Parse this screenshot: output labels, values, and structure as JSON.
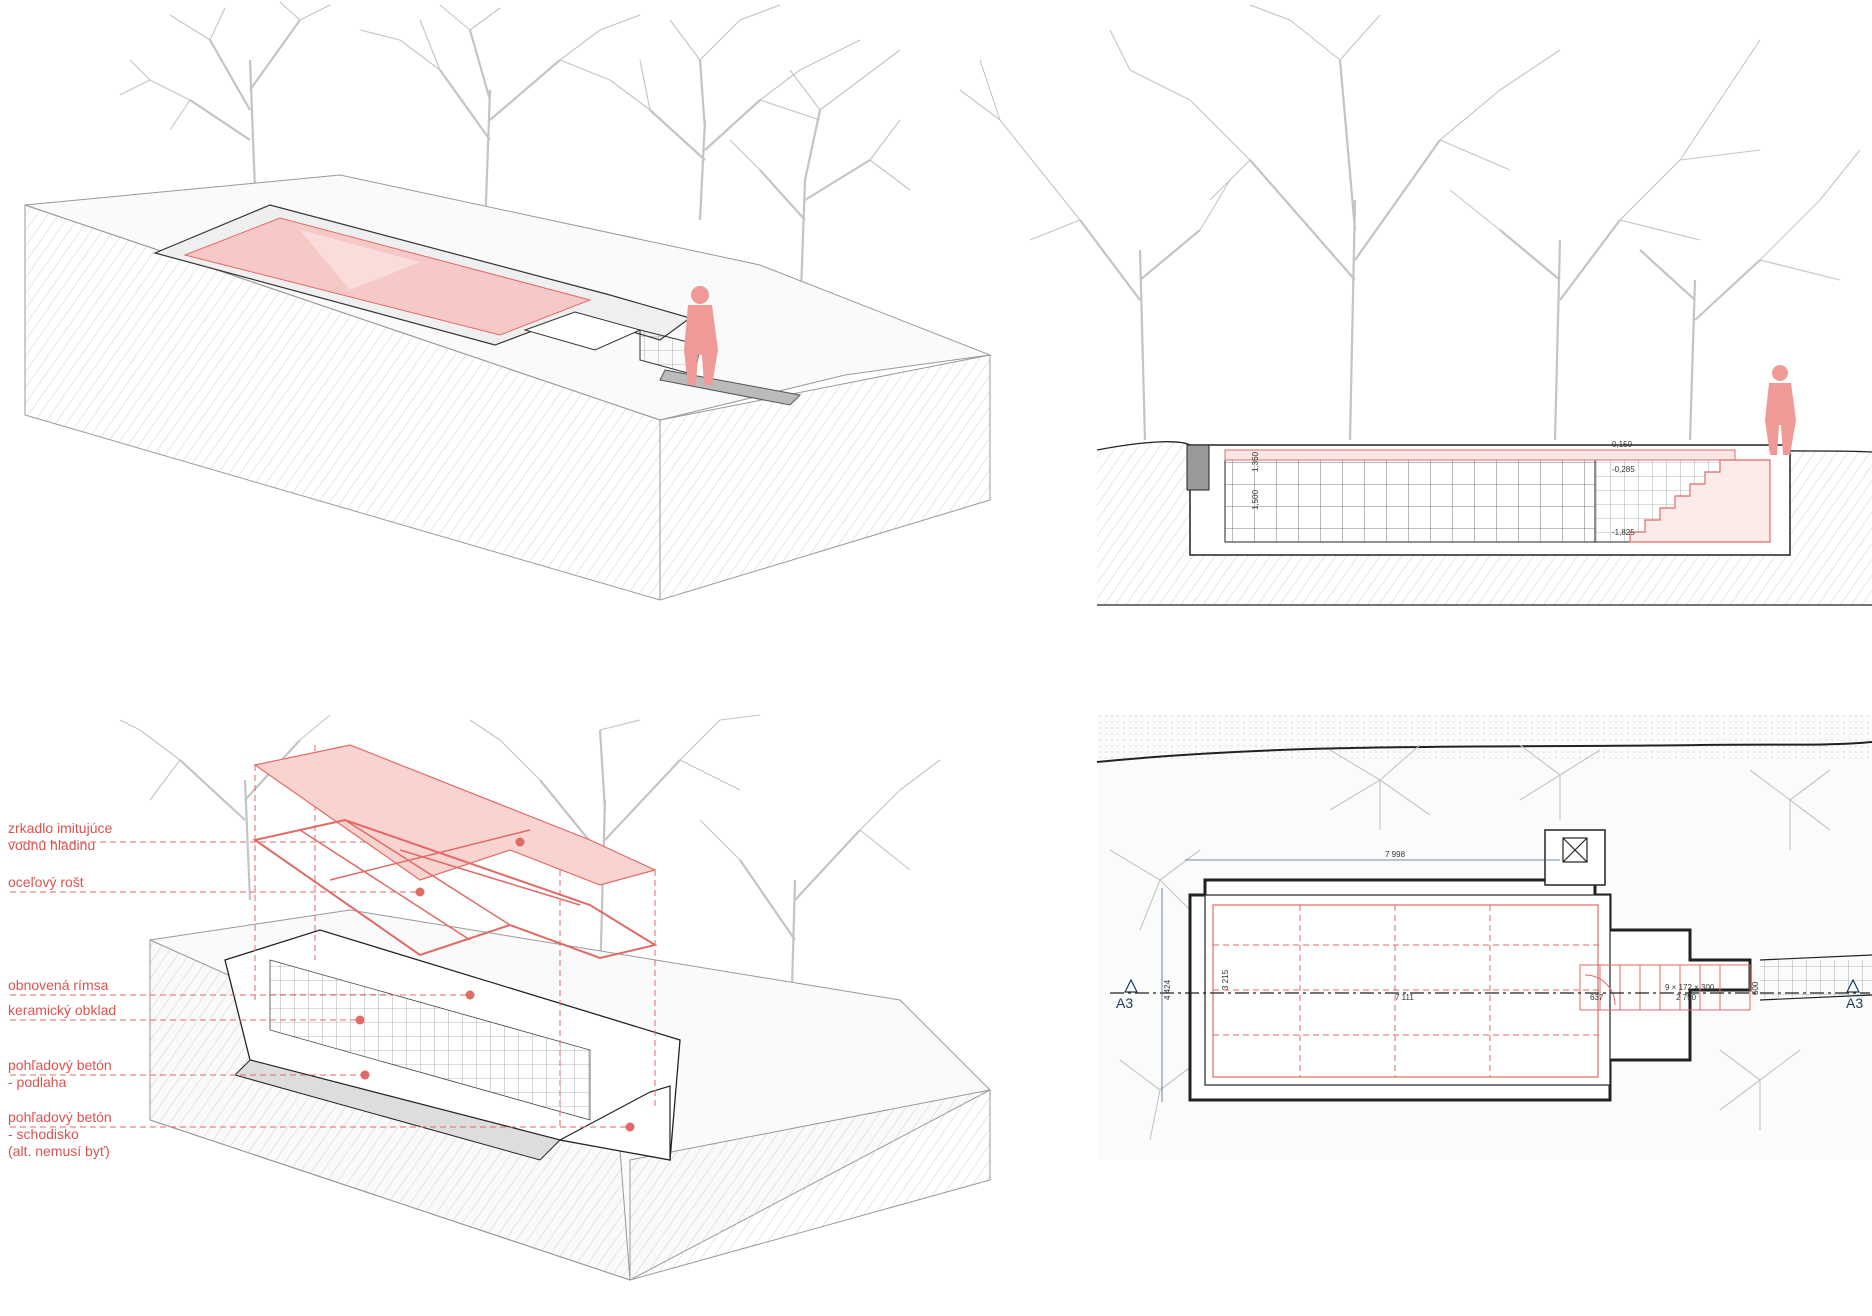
{
  "colors": {
    "accent": "#e06a66",
    "accent_fill": "#f4b7b3",
    "line": "#222222",
    "tree": "#c4c4c4"
  },
  "panel_exploded": {
    "labels": [
      {
        "id": "mirror",
        "lines": [
          "zrkadlo imitujúce",
          "vodnú hladinu"
        ]
      },
      {
        "id": "grate",
        "lines": [
          "oceľový rošt"
        ]
      },
      {
        "id": "cornice",
        "lines": [
          "obnovená rímsa"
        ]
      },
      {
        "id": "tiles",
        "lines": [
          "keramický obklad"
        ]
      },
      {
        "id": "floor",
        "lines": [
          "pohľadový betón",
          "- podlaha"
        ]
      },
      {
        "id": "stairs",
        "lines": [
          "pohľadový betón",
          "- schodisko",
          "(alt. nemusí byť)"
        ]
      }
    ]
  },
  "panel_section": {
    "dimensions": [
      "0,150",
      "-0,285",
      "-1,825",
      "1,500",
      "1,360"
    ]
  },
  "panel_plan": {
    "dimensions": [
      "7 998",
      "3 215",
      "7 111",
      "637",
      "2 750",
      "600",
      "4 424",
      "9 × 172 × 300"
    ],
    "section_marks": [
      "A3",
      "A3"
    ]
  }
}
